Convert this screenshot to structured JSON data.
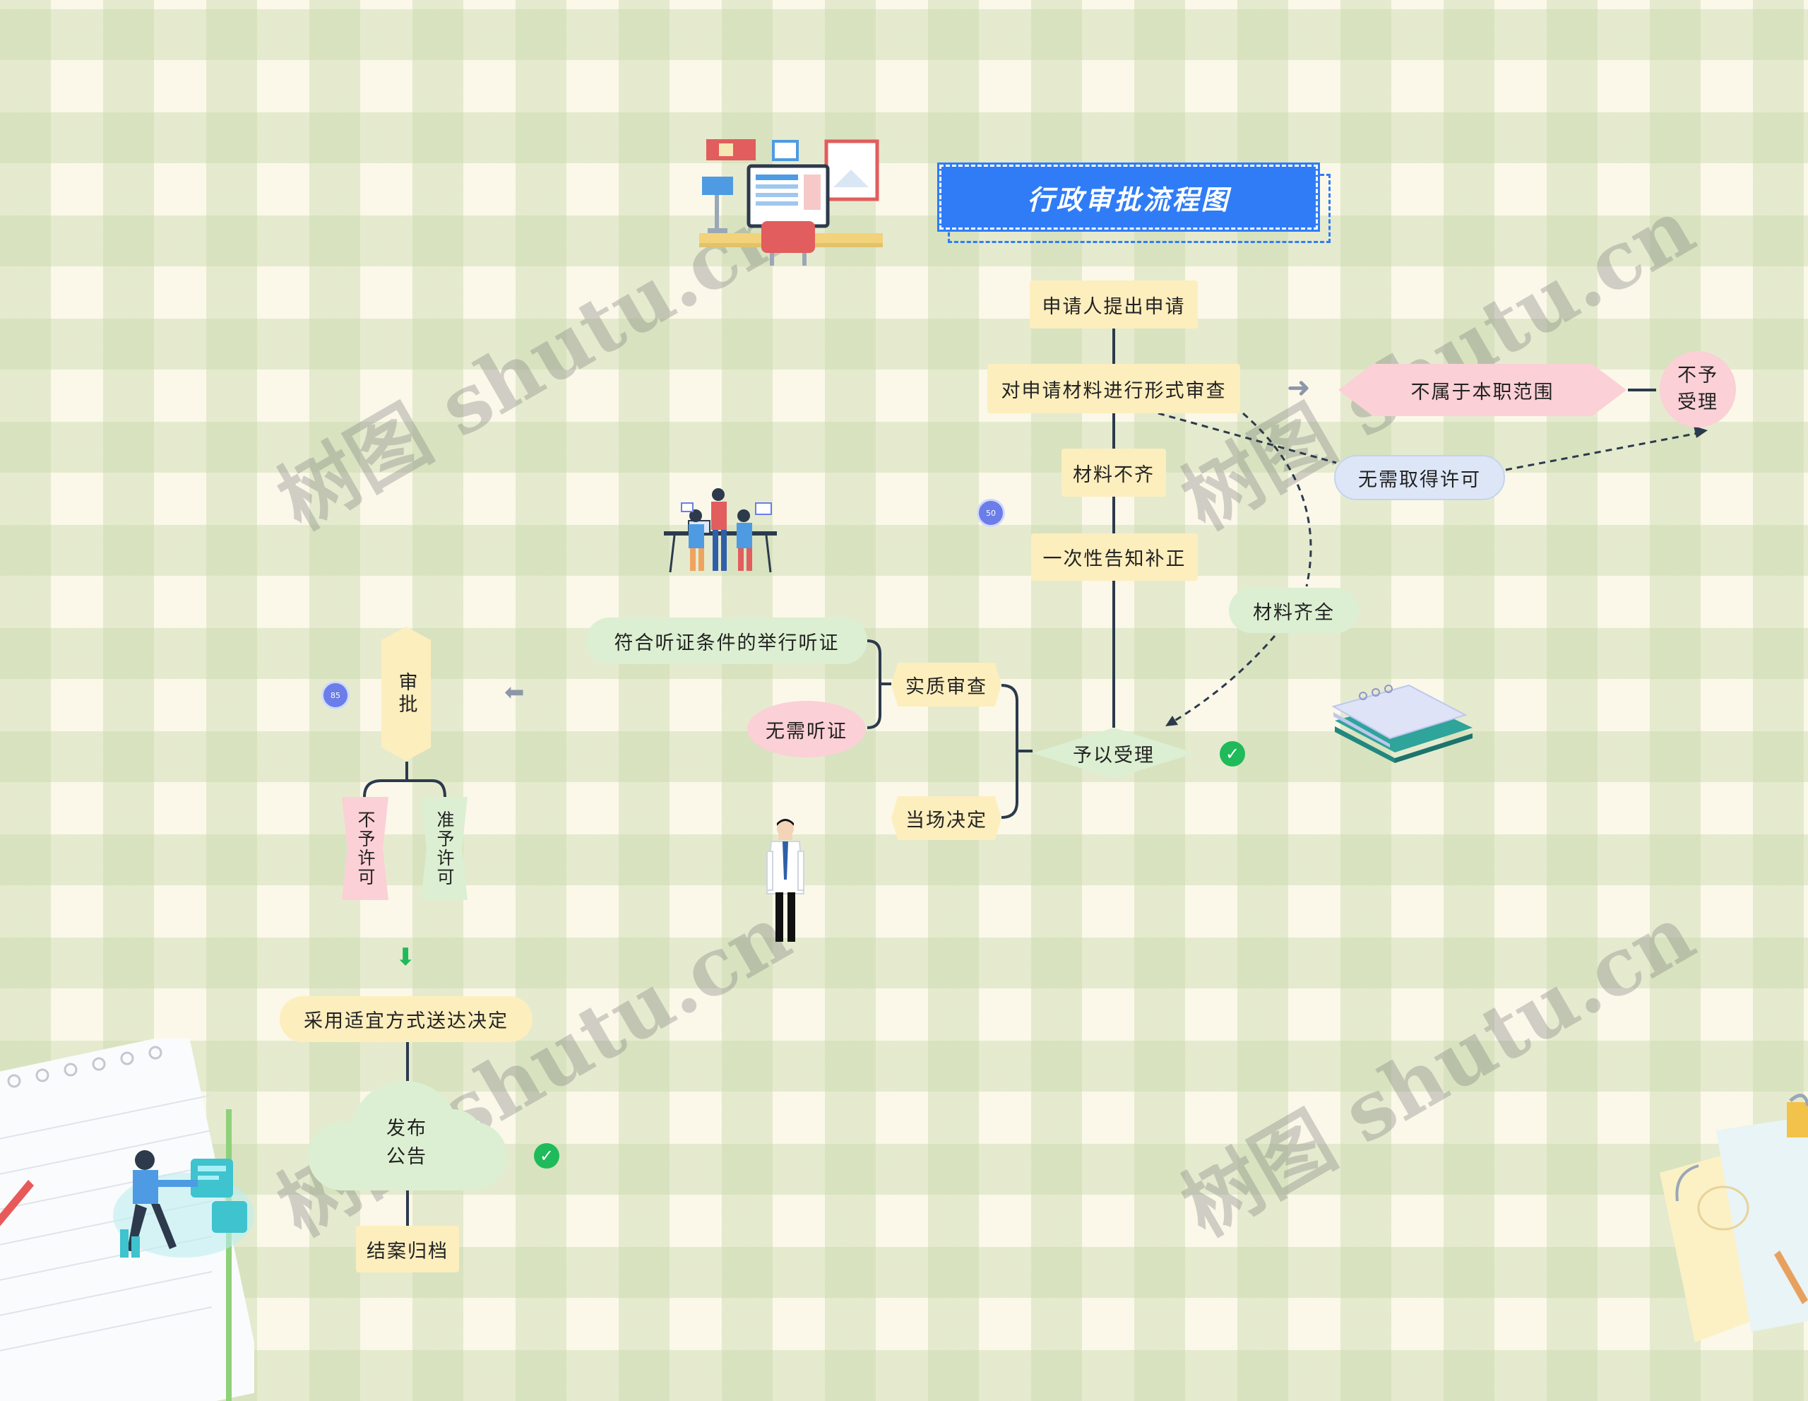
{
  "title": "行政审批流程图",
  "watermark": "树图 shutu.cn",
  "nodes": {
    "apply": "申请人提出申请",
    "formal_review": "对申请材料进行形式审查",
    "not_in_scope": "不属于本职范围",
    "not_accepted": "不予受理",
    "no_permit_needed": "无需取得许可",
    "incomplete": "材料不齐",
    "one_time_notice": "一次性告知补正",
    "complete": "材料齐全",
    "accepted": "予以受理",
    "substantive_review": "实质审查",
    "on_spot": "当场决定",
    "hearing": "符合听证条件的举行听证",
    "no_hearing": "无需听证",
    "approval": "审批",
    "deny": "不予许可",
    "grant": "准予许可",
    "deliver": "采用适宜方式送达决定",
    "publish": "发布公告",
    "archive": "结案归档"
  },
  "badges": {
    "b1": "50",
    "b2": "85"
  },
  "icons": [
    "desk-illustration-icon",
    "team-meeting-icon",
    "doctor-figure-icon",
    "notebook-stack-icon",
    "tech-person-icon",
    "notepad-icon",
    "sticky-note-icon",
    "check-icon",
    "arrow-left-icon",
    "arrow-right-icon",
    "arrow-down-icon"
  ],
  "colors": {
    "title_bg": "#2f7cf6",
    "yellow": "#fdeebe",
    "green": "#dcefd2",
    "pink": "#fbd0d6",
    "blue": "#dde6f7",
    "line": "#2c3a4c",
    "check": "#1fba5a"
  }
}
